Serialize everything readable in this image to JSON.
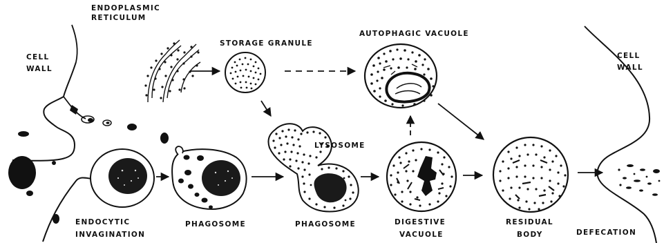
{
  "labels": {
    "endoplasmic_reticulum": [
      "ENDOPLASMIC",
      "RETICULUM"
    ],
    "cell_wall_left": [
      "CELL",
      "WALL"
    ],
    "cell_wall_right": [
      "CELL",
      "WALL"
    ],
    "storage_granule": "STORAGE GRANULE",
    "autophagic_vacuole": "AUTOPHAGIC VACUOLE",
    "lysosome": "LYSOSOME",
    "endocytic_invagination": [
      "ENDOCYTIC",
      "INVAGINATION"
    ],
    "phagosome_1": "PHAGOSOME",
    "phagosome_2": "PHAGOSOME",
    "digestive_vacuole": [
      "DIGESTIVE",
      "VACUOLE"
    ],
    "residual_body": [
      "RESIDUAL",
      "BODY"
    ],
    "defecation": "DEFECATION"
  },
  "colors": {
    "ink": "#111111",
    "background": "#ffffff"
  }
}
